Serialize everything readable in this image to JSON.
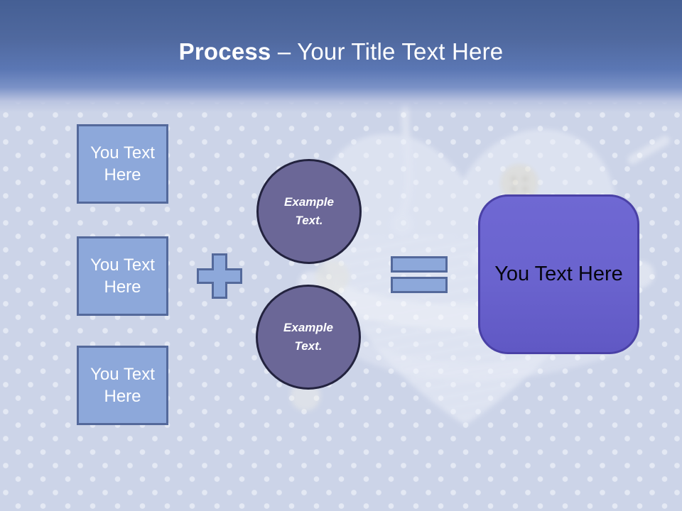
{
  "header": {
    "title_emphasis": "Process",
    "title_rest": "– Your Title Text Here"
  },
  "left_boxes": [
    {
      "label": "You Text Here"
    },
    {
      "label": "You Text Here"
    },
    {
      "label": "You Text Here"
    }
  ],
  "operators": [
    {
      "name": "plus",
      "symbol": "+"
    },
    {
      "name": "equals",
      "symbol": "="
    }
  ],
  "circles": [
    {
      "label": "Example Text."
    },
    {
      "label": "Example Text."
    }
  ],
  "result_box": {
    "label": "You Text Here"
  },
  "colors": {
    "header_top": "#455f94",
    "header_mid": "#5b77b4",
    "header_low": "#7b92c7",
    "bg": "#ccd4e8",
    "dot": "#e4e9f4",
    "box_fill": "#8da8da",
    "box_border": "#54699b",
    "shape_fill": "#8da8da",
    "circle_fill": "#6b6797",
    "circle_border": "#23233f",
    "result_fill": "#6a63ce",
    "result_border": "#4a41a6",
    "title_color": "#ffffff",
    "box_text": "#ffffff",
    "result_text": "#05050f"
  }
}
